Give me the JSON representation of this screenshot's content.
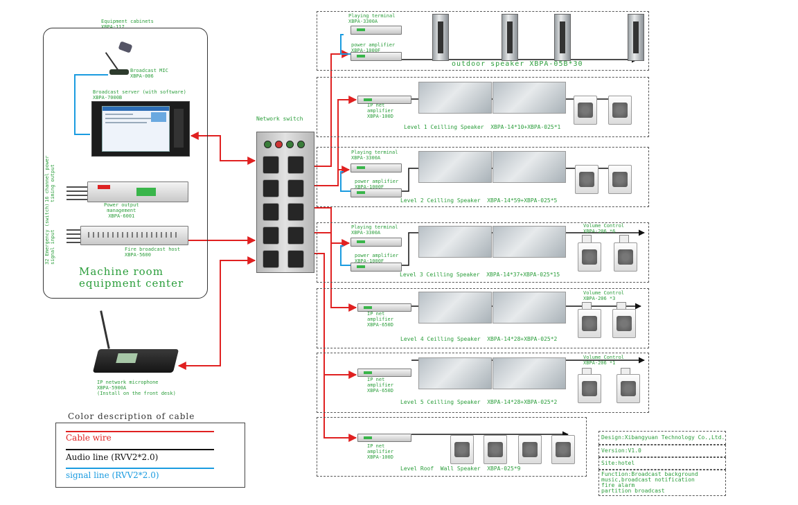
{
  "cabinet": {
    "title_line1": "Equipment cabinets",
    "title_line2": "XBPA-117",
    "mic_line1": "Broadcast MIC",
    "mic_line2": "XBPA-006",
    "server_line1": "Broadcast server (with software)",
    "server_line2": "XBPA-7000B",
    "power_mgmt_line1": "Power output",
    "power_mgmt_line2": "management",
    "power_mgmt_line3": "XBPA-6001",
    "power_side_label": "16 channel power\ntiming output",
    "fire_line1": "Fire broadcast host",
    "fire_line2": "XBPA-5600",
    "fire_side_label": "32 Emergency (switch)\nsignal input",
    "center_line1": "Machine room",
    "center_line2": "equipment center"
  },
  "ip_mic": {
    "line1": "IP network microphone",
    "line2": "XBPA-5900A",
    "line3": "(Install on the front desk)"
  },
  "switch": {
    "label": "Network switch"
  },
  "outdoor": {
    "playing_line1": "Playing terminal",
    "playing_line2": "XBPA-3300A",
    "amp_line1": "power amplifier",
    "amp_line2": "XBPA-1000F",
    "caption": "outdoor speaker XBPA-05B*30"
  },
  "level1": {
    "amp": "IP net\namplifier\nXBPA-100D",
    "caption": "Level 1 Ceilling Speaker  XBPA-14*10+XBPA-025*1"
  },
  "level2": {
    "playing_line1": "Playing terminal",
    "playing_line2": "XBPA-3300A",
    "amp_line1": "power amplifier",
    "amp_line2": "XBPA-1000F",
    "caption": "Level 2 Ceilling Speaker  XBPA-14*59+XBPA-025*5"
  },
  "level3": {
    "playing_line1": "Playing terminal",
    "playing_line2": "XBPA-3300A",
    "amp_line1": "power amplifier",
    "amp_line2": "XBPA-1000F",
    "vc_line1": "Volume Control",
    "vc_line2": "XBPA-206 *6",
    "caption": "Level 3 Ceilling Speaker  XBPA-14*37+XBPA-025*15"
  },
  "level4": {
    "amp": "IP net\namplifier\nXBPA-650D",
    "vc_line1": "Volume Control",
    "vc_line2": "XBPA-206 *3",
    "caption": "Level 4 Ceilling Speaker  XBPA-14*28+XBPA-025*2"
  },
  "level5": {
    "amp": "IP net\namplifier\nXBPA-650D",
    "vc_line1": "Volume Control",
    "vc_line2": "XBPA-206 *1",
    "caption": "Level 5 Ceilling Speaker  XBPA-14*28+XBPA-025*2"
  },
  "roof": {
    "amp": "IP net\namplifier\nXBPA-100D",
    "caption": "Level Roof  Wall Speaker  XBPA-025*9"
  },
  "legend": {
    "title": "Color description of cable",
    "cable": "Cable wire",
    "audio": "Audio line (RVV2*2.0)",
    "signal": "signal line (RVV2*2.0)",
    "cable_color": "#e02020",
    "audio_color": "#111111",
    "signal_color": "#1a9be0"
  },
  "info": {
    "design": "Design:Xibangyuan Technology Co.,Ltd.",
    "version": "Version:V1.0",
    "site": "Site:hotel",
    "function": "Function:Broadcast background\nmusic,broadcast notification\nfire alarm\npartition broadcast"
  }
}
